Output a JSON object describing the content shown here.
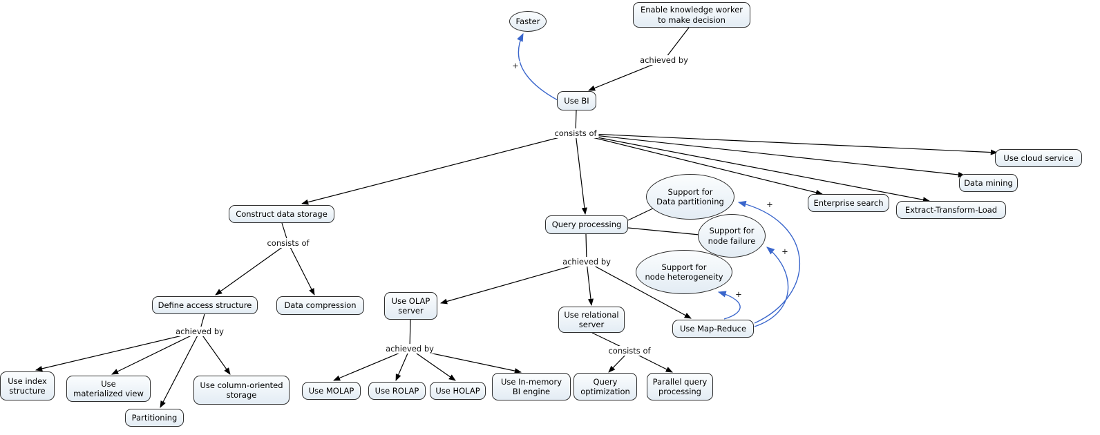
{
  "colors": {
    "background": "#ffffff",
    "node_fill_top": "#fbfdfe",
    "node_fill_bottom": "#e3ecf4",
    "node_border": "#2e2e2e",
    "edge": "#000000",
    "positive_edge": "#3a66cc",
    "text": "#000000"
  },
  "nodes": {
    "faster": {
      "label": "Faster"
    },
    "enable_knowledge_worker": {
      "label": "Enable knowledge worker\nto make decision"
    },
    "use_bi": {
      "label": "Use BI"
    },
    "construct_data_storage": {
      "label": "Construct data storage"
    },
    "query_processing": {
      "label": "Query processing"
    },
    "enterprise_search": {
      "label": "Enterprise search"
    },
    "extract_transform_load": {
      "label": "Extract-Transform-Load"
    },
    "data_mining": {
      "label": "Data mining"
    },
    "use_cloud_service": {
      "label": "Use cloud service"
    },
    "support_data_partitioning": {
      "label": "Support for\nData partitioning"
    },
    "support_node_failure": {
      "label": "Support for\nnode failure"
    },
    "support_node_heterogeneity": {
      "label": "Support for\nnode heterogeneity"
    },
    "define_access_structure": {
      "label": "Define access structure"
    },
    "data_compression": {
      "label": "Data compression"
    },
    "use_index_structure": {
      "label": "Use index\nstructure"
    },
    "use_materialized_view": {
      "label": "Use\nmaterialized view"
    },
    "partitioning": {
      "label": "Partitioning"
    },
    "use_column_oriented_storage": {
      "label": "Use column-oriented\nstorage"
    },
    "use_olap_server": {
      "label": "Use OLAP\nserver"
    },
    "use_relational_server": {
      "label": "Use relational\nserver"
    },
    "use_map_reduce": {
      "label": "Use Map-Reduce"
    },
    "use_molap": {
      "label": "Use MOLAP"
    },
    "use_rolap": {
      "label": "Use ROLAP"
    },
    "use_holap": {
      "label": "Use HOLAP"
    },
    "use_in_memory_bi_engine": {
      "label": "Use In-memory\nBI engine"
    },
    "query_optimization": {
      "label": "Query\noptimization"
    },
    "parallel_query_processing": {
      "label": "Parallel query\nprocessing"
    }
  },
  "link_labels": {
    "achieved_by_enable_to_bi": "achieved by",
    "consists_of_bi": "consists of",
    "consists_of_storage": "consists of",
    "achieved_by_access": "achieved by",
    "achieved_by_query": "achieved by",
    "achieved_by_olap": "achieved by",
    "consists_of_relational": "consists of",
    "plus_faster": "+",
    "plus_partitioning": "+",
    "plus_failure": "+",
    "plus_heterogeneity": "+"
  }
}
